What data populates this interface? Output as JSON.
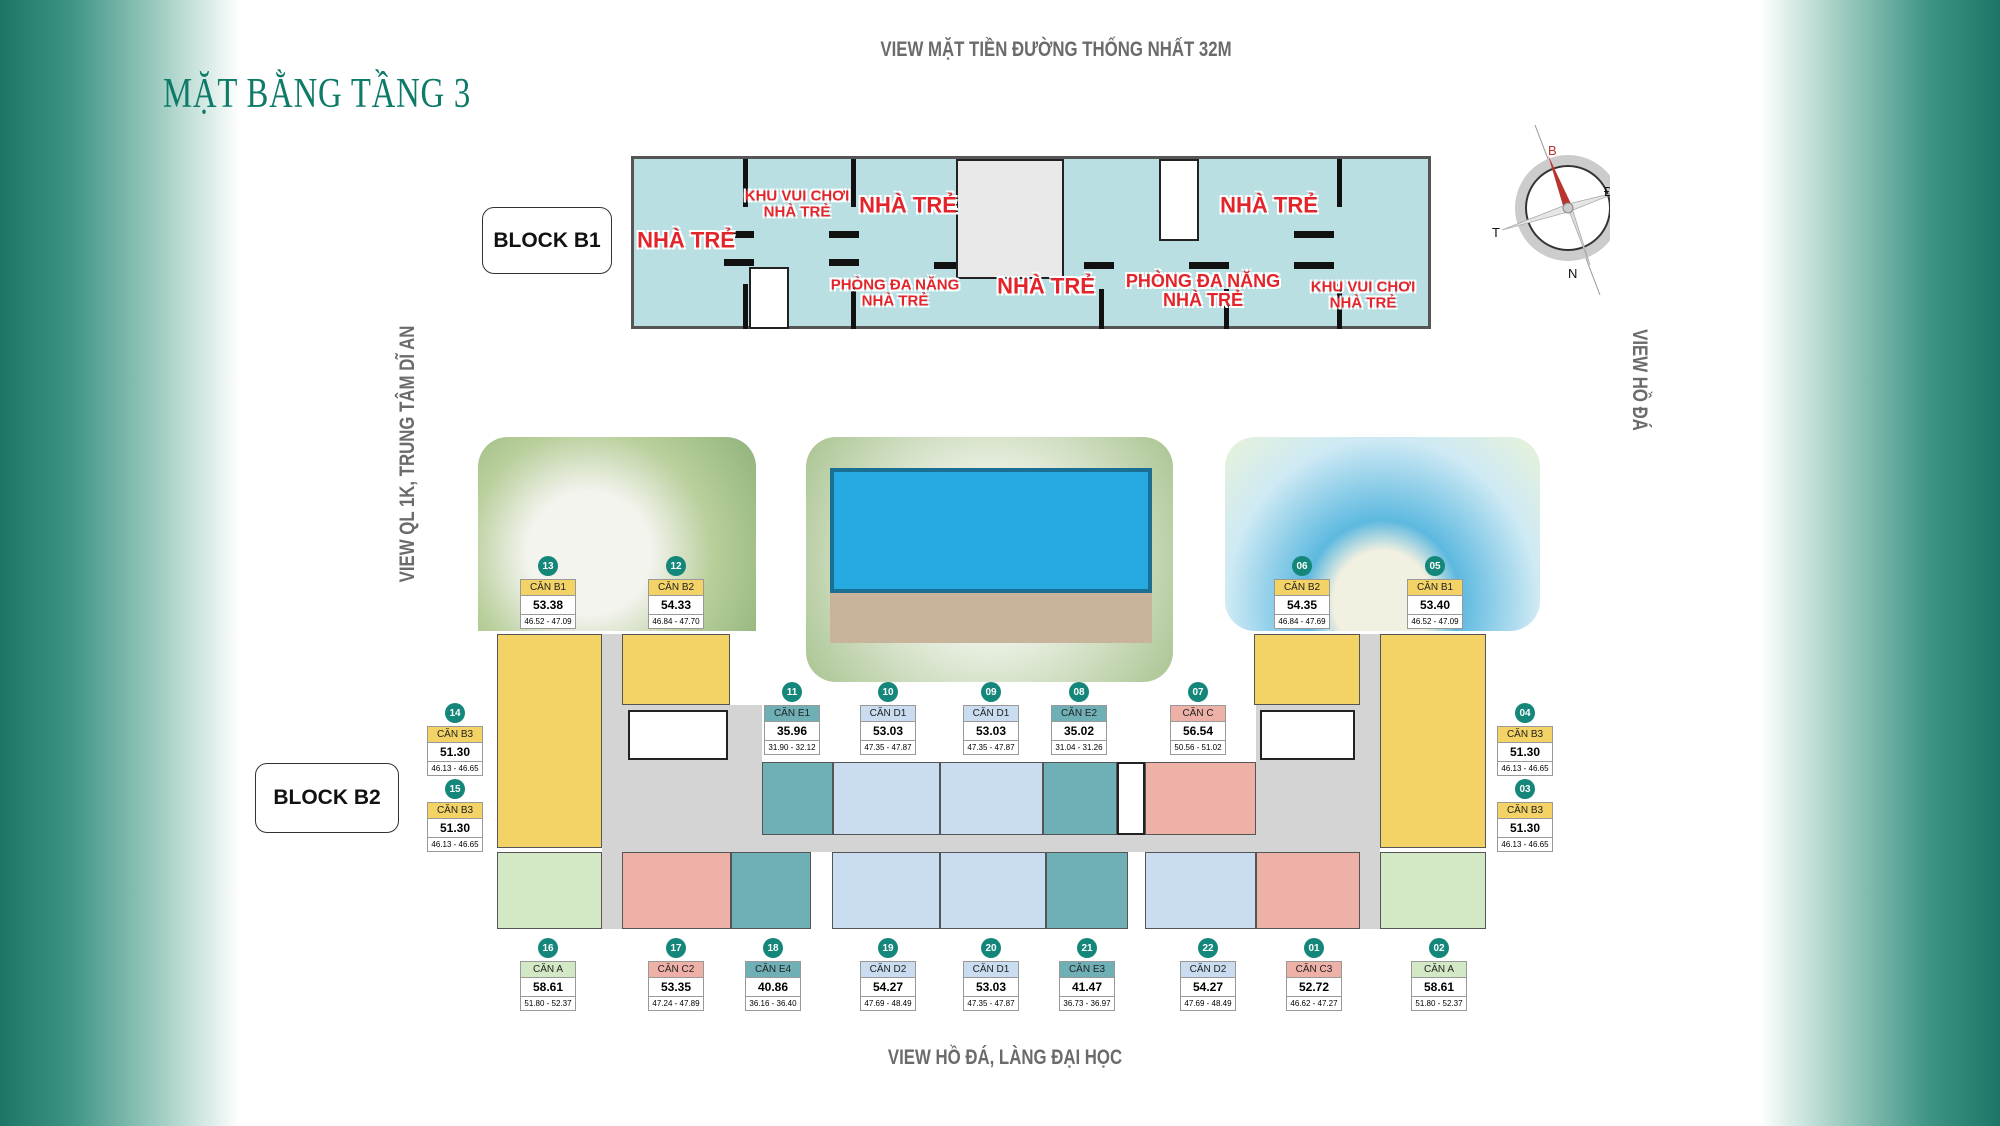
{
  "title": "MẶT BẰNG TẦNG 3",
  "views": {
    "top": "VIEW MẶT TIỀN ĐƯỜNG THỐNG NHẤT 32M",
    "bottom": "VIEW HỒ ĐÁ, LÀNG ĐẠI HỌC",
    "left": "VIEW QL 1K, TRUNG TÂM DĨ AN",
    "right": "VIEW HỒ ĐÁ"
  },
  "blocks": {
    "b1": "BLOCK B1",
    "b2": "BLOCK B2"
  },
  "b1_rooms": [
    "KHU VUI CHƠI\nNHÀ TRẺ",
    "NHÀ TRẺ",
    "NHÀ TRẺ",
    "NHÀ TRẺ",
    "PHÒNG ĐA NĂNG\nNHÀ TRẺ",
    "NHÀ TRẺ",
    "PHÒNG ĐA NĂNG\nNHÀ TRẺ",
    "KHU VUI CHƠI\nNHÀ TRẺ"
  ],
  "compass": {
    "north": "B",
    "east": "Đ",
    "west": "T",
    "south": "N"
  },
  "colors": {
    "A": "#d3e8c4",
    "B": "#f3d266",
    "C": "#eeb1a8",
    "D": "#c9dcf0",
    "E": "#6fb0b6",
    "brand": "#0e7a68"
  },
  "units": [
    {
      "no": "13",
      "type": "CĂN B1",
      "area": "53.38",
      "range": "46.52 - 47.09"
    },
    {
      "no": "12",
      "type": "CĂN B2",
      "area": "54.33",
      "range": "46.84 - 47.70"
    },
    {
      "no": "06",
      "type": "CĂN B2",
      "area": "54.35",
      "range": "46.84 - 47.69"
    },
    {
      "no": "05",
      "type": "CĂN B1",
      "area": "53.40",
      "range": "46.52 - 47.09"
    },
    {
      "no": "14",
      "type": "CĂN B3",
      "area": "51.30",
      "range": "46.13 - 46.65"
    },
    {
      "no": "15",
      "type": "CĂN B3",
      "area": "51.30",
      "range": "46.13 - 46.65"
    },
    {
      "no": "04",
      "type": "CĂN B3",
      "area": "51.30",
      "range": "46.13 - 46.65"
    },
    {
      "no": "03",
      "type": "CĂN B3",
      "area": "51.30",
      "range": "46.13 - 46.65"
    },
    {
      "no": "11",
      "type": "CĂN E1",
      "area": "35.96",
      "range": "31.90 - 32.12"
    },
    {
      "no": "10",
      "type": "CĂN D1",
      "area": "53.03",
      "range": "47.35 - 47.87"
    },
    {
      "no": "09",
      "type": "CĂN D1",
      "area": "53.03",
      "range": "47.35 - 47.87"
    },
    {
      "no": "08",
      "type": "CĂN E2",
      "area": "35.02",
      "range": "31.04 - 31.26"
    },
    {
      "no": "07",
      "type": "CĂN C",
      "area": "56.54",
      "range": "50.56 - 51.02"
    },
    {
      "no": "16",
      "type": "CĂN A",
      "area": "58.61",
      "range": "51.80 - 52.37"
    },
    {
      "no": "17",
      "type": "CĂN C2",
      "area": "53.35",
      "range": "47.24 - 47.89"
    },
    {
      "no": "18",
      "type": "CĂN E4",
      "area": "40.86",
      "range": "36.16 - 36.40"
    },
    {
      "no": "19",
      "type": "CĂN D2",
      "area": "54.27",
      "range": "47.69 - 48.49"
    },
    {
      "no": "20",
      "type": "CĂN D1",
      "area": "53.03",
      "range": "47.35 - 47.87"
    },
    {
      "no": "21",
      "type": "CĂN E3",
      "area": "41.47",
      "range": "36.73 - 36.97"
    },
    {
      "no": "22",
      "type": "CĂN D2",
      "area": "54.27",
      "range": "47.69 - 48.49"
    },
    {
      "no": "01",
      "type": "CĂN C3",
      "area": "52.72",
      "range": "46.62 - 47.27"
    },
    {
      "no": "02",
      "type": "CĂN A",
      "area": "58.61",
      "range": "51.80 - 52.37"
    }
  ]
}
